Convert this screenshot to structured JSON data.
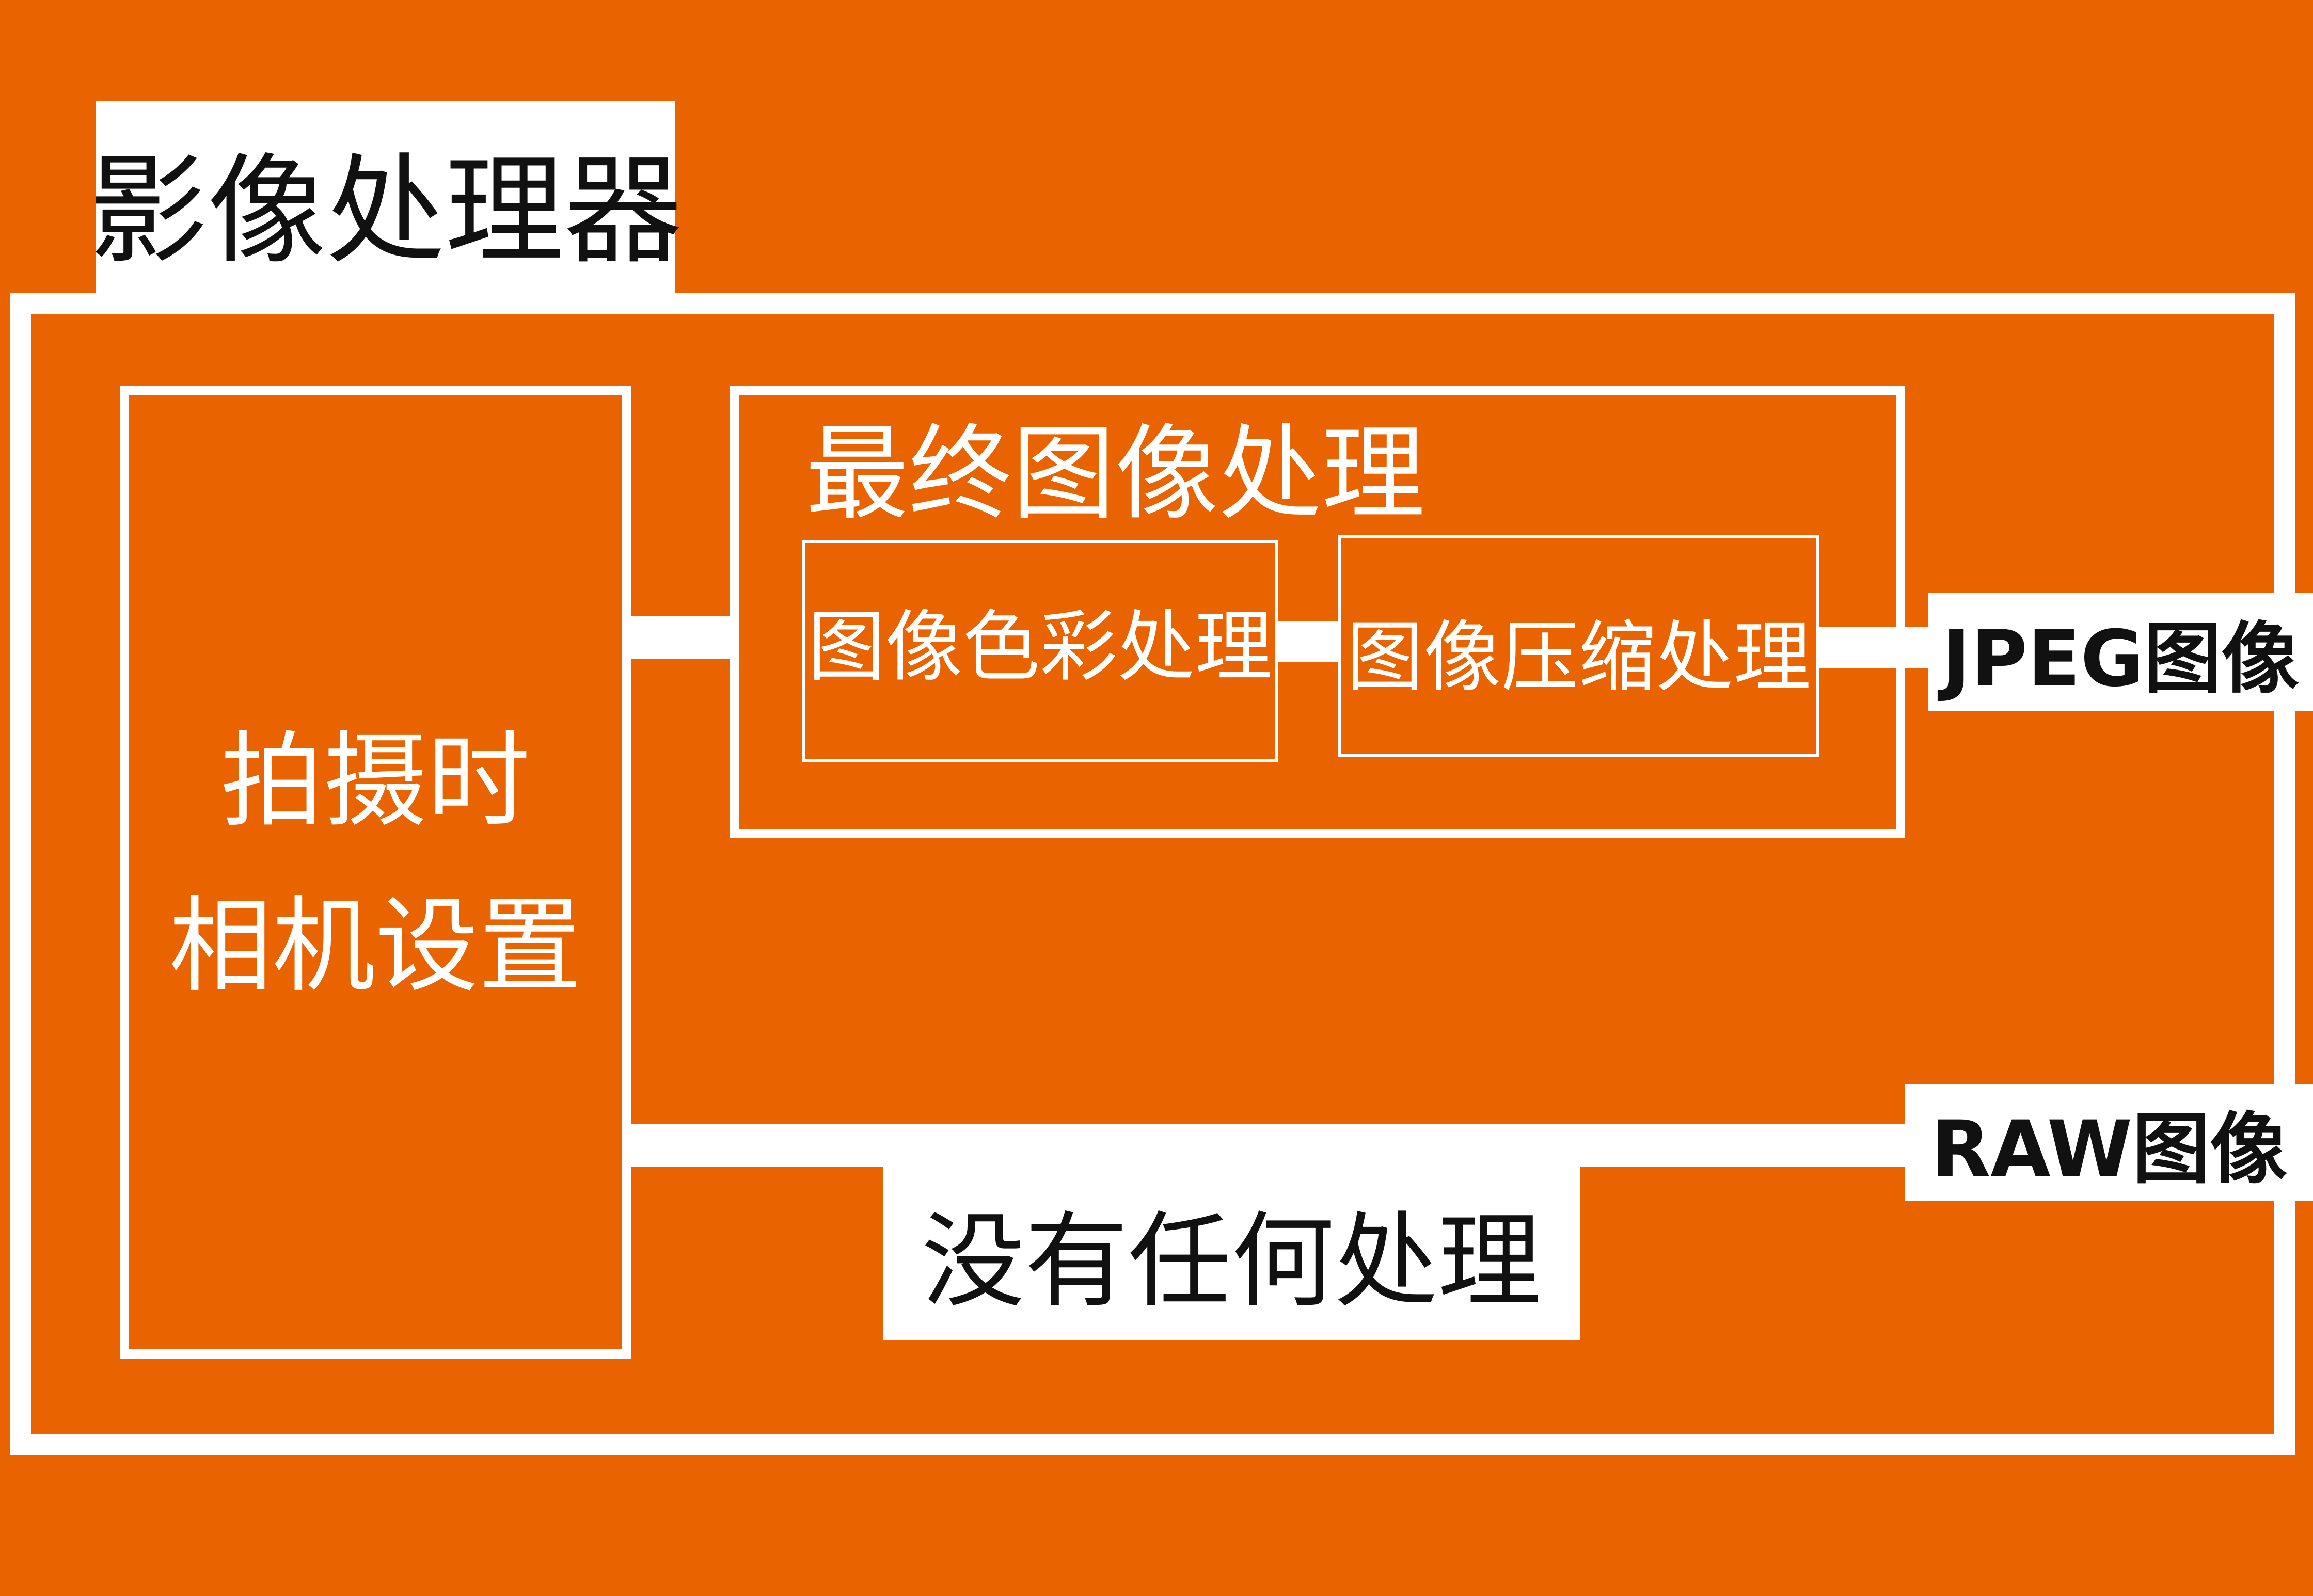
{
  "diagram": {
    "background_color": "#e96301",
    "line_color": "#ffffff",
    "processor": {
      "title": "影像处理器"
    },
    "camera_settings": {
      "line1": "拍摄时",
      "line2": "相机设置"
    },
    "final_processing": {
      "title": "最终图像处理",
      "color_processing": "图像色彩处理",
      "compression_processing": "图像压缩处理"
    },
    "outputs": {
      "jpeg": "JPEG图像",
      "raw": "RAW图像"
    },
    "no_processing": "没有任何处理"
  }
}
